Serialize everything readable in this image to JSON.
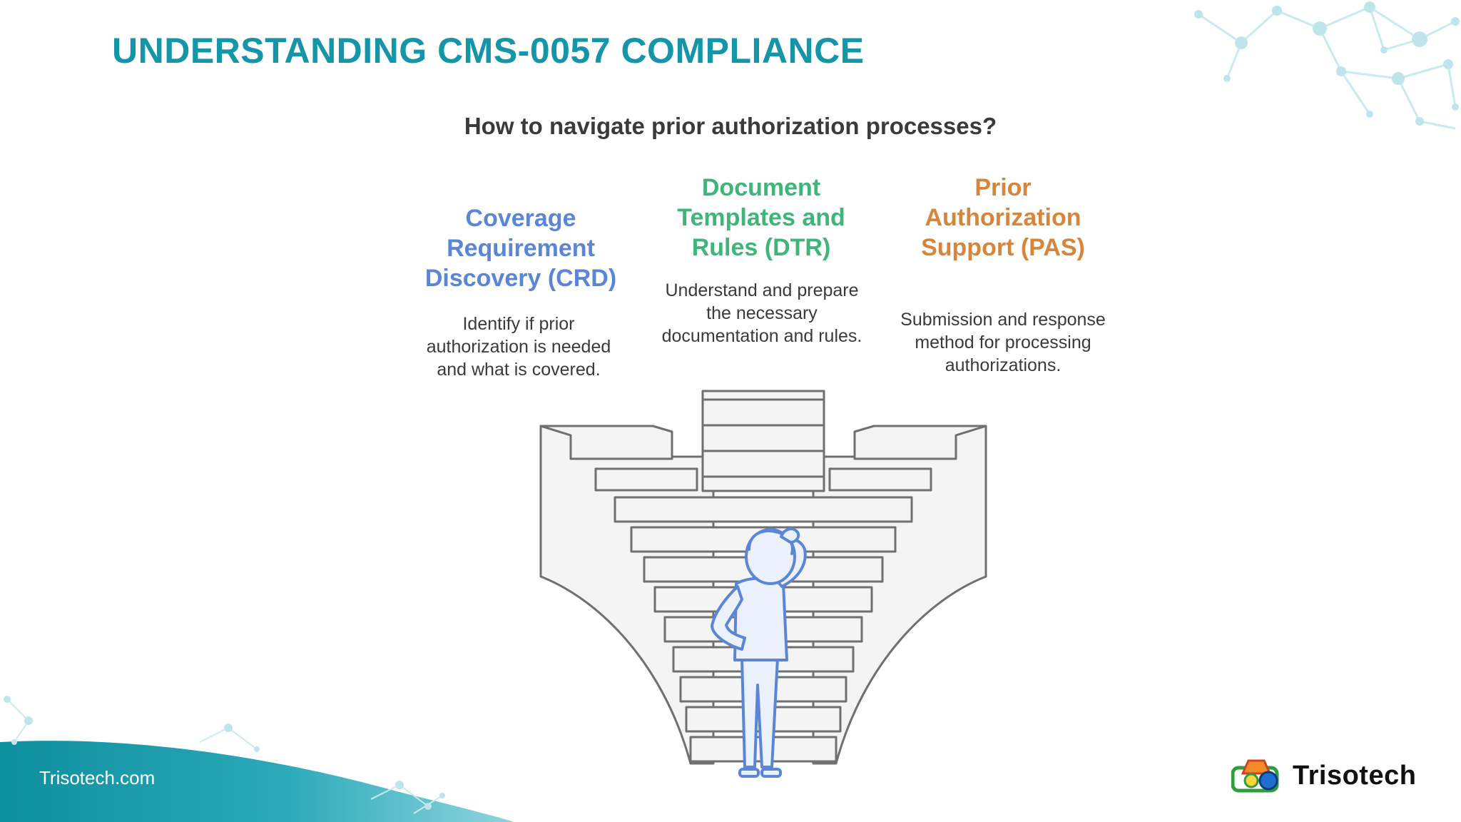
{
  "title": "UNDERSTANDING CMS-0057 COMPLIANCE",
  "question": "How to navigate prior authorization processes?",
  "columns": {
    "crd": {
      "heading": "Coverage Requirement Discovery (CRD)",
      "description": "Identify if prior authorization is needed and what is covered.",
      "color": "#5b86d6"
    },
    "dtr": {
      "heading": "Document Templates and Rules (DTR)",
      "description": "Understand and prepare the necessary documentation and rules.",
      "color": "#3fb57a"
    },
    "pas": {
      "heading": "Prior Authorization Support (PAS)",
      "description": "Submission and response method for processing authorizations.",
      "color": "#d8843a"
    }
  },
  "footer": {
    "website": "Trisotech.com",
    "logo_text": "Trisotech"
  },
  "colors": {
    "title": "#1495a8",
    "wave": "#17a0b0",
    "stair_fill": "#f3f3f3",
    "stair_stroke": "#707070",
    "person": "#5b86d6"
  },
  "icons": [
    "network-decoration",
    "staircase-illustration",
    "confused-person-icon",
    "trisotech-logo-icon"
  ]
}
